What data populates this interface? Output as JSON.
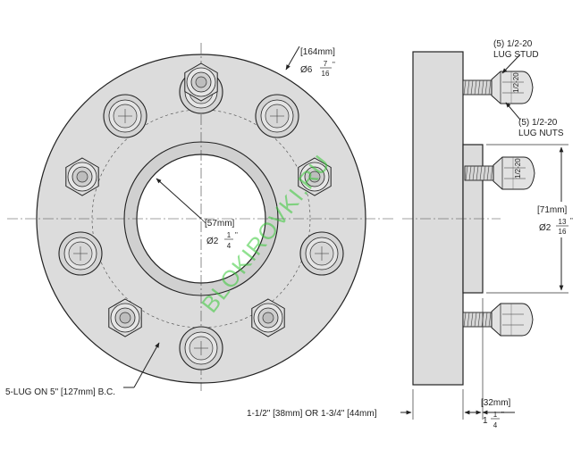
{
  "front_view": {
    "outer_diameter": {
      "metric": "[164mm]",
      "imperial_prefix": "Ø6",
      "frac_num": "7",
      "frac_den": "16",
      "inch_mark": "\""
    },
    "center_bore": {
      "metric": "[57mm]",
      "imperial_prefix": "Ø2",
      "frac_num": "1",
      "frac_den": "4",
      "inch_mark": "\""
    },
    "bolt_circle": "5-LUG ON 5\" [127mm] B.C."
  },
  "side_view": {
    "lug_stud": {
      "line1": "(5) 1/2-20",
      "line2": "LUG STUD"
    },
    "lug_nuts": {
      "line1": "(5) 1/2-20",
      "line2": "LUG NUTS"
    },
    "hub_diameter": {
      "metric": "[71mm]",
      "imperial_prefix": "Ø2",
      "frac_num": "13",
      "frac_den": "16",
      "inch_mark": "\""
    },
    "thickness_options": "1-1/2\" [38mm] OR 1-3/4\" [44mm]",
    "lip_width": {
      "metric": "[32mm]",
      "imperial_prefix": "1",
      "frac_num": "1",
      "frac_den": "4",
      "inch_mark": "\""
    },
    "nut_marking": "1/2-20"
  },
  "watermark": "BLOKIROVKI.RU",
  "colors": {
    "part_fill": "#dcdcdc",
    "line": "#222222",
    "watermark": "#34c934"
  }
}
